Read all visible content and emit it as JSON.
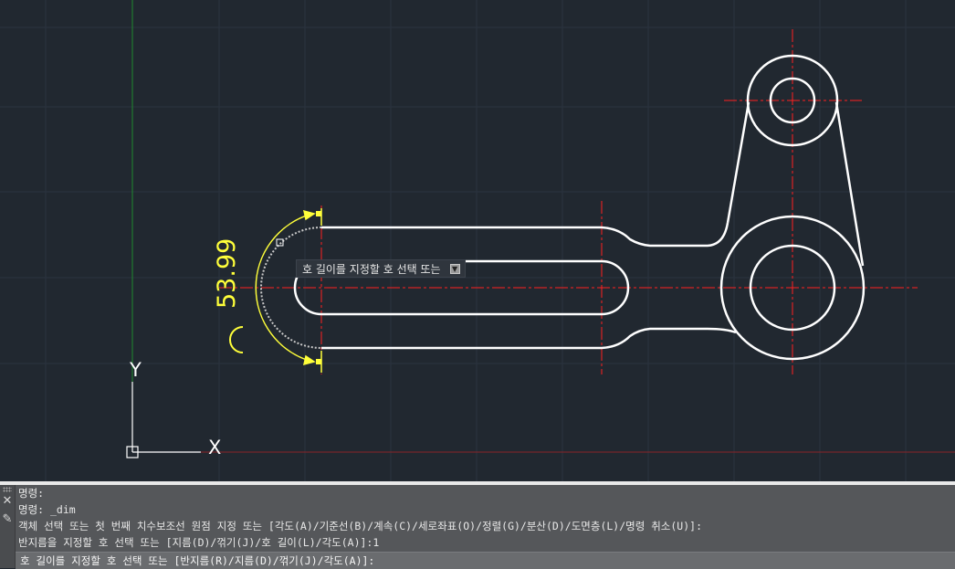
{
  "canvas": {
    "colors": {
      "background": "#212830",
      "geometry": "#ffffff",
      "centerline": "#ff2020",
      "dimension": "#ffff3a",
      "grid_major": "#2c3440",
      "ucs_y_axis": "#1f8a2e"
    },
    "ucs": {
      "x_label": "X",
      "y_label": "Y"
    },
    "dimension_value": "53.99",
    "cursor_tooltip": {
      "text": "호 길이를 지정할 호 선택 또는",
      "key_icon": "down-arrow-key-icon"
    }
  },
  "command_window": {
    "history": [
      "명령:",
      "명령: _dim",
      "객체 선택 또는 첫 번째 치수보조선 원점 지정 또는 [각도(A)/기준선(B)/계속(C)/세로좌표(O)/정렬(G)/분산(D)/도면층(L)/명령 취소(U)]:",
      "반지름을 지정할 호 선택 또는 [지름(D)/꺾기(J)/호 길이(L)/각도(A)]:1"
    ],
    "prompt": "호 길이를 지정할 호 선택 또는 [반지름(R)/지름(D)/꺾기(J)/각도(A)]:",
    "icons": {
      "close": "close-icon",
      "customize": "wrench-icon"
    }
  }
}
